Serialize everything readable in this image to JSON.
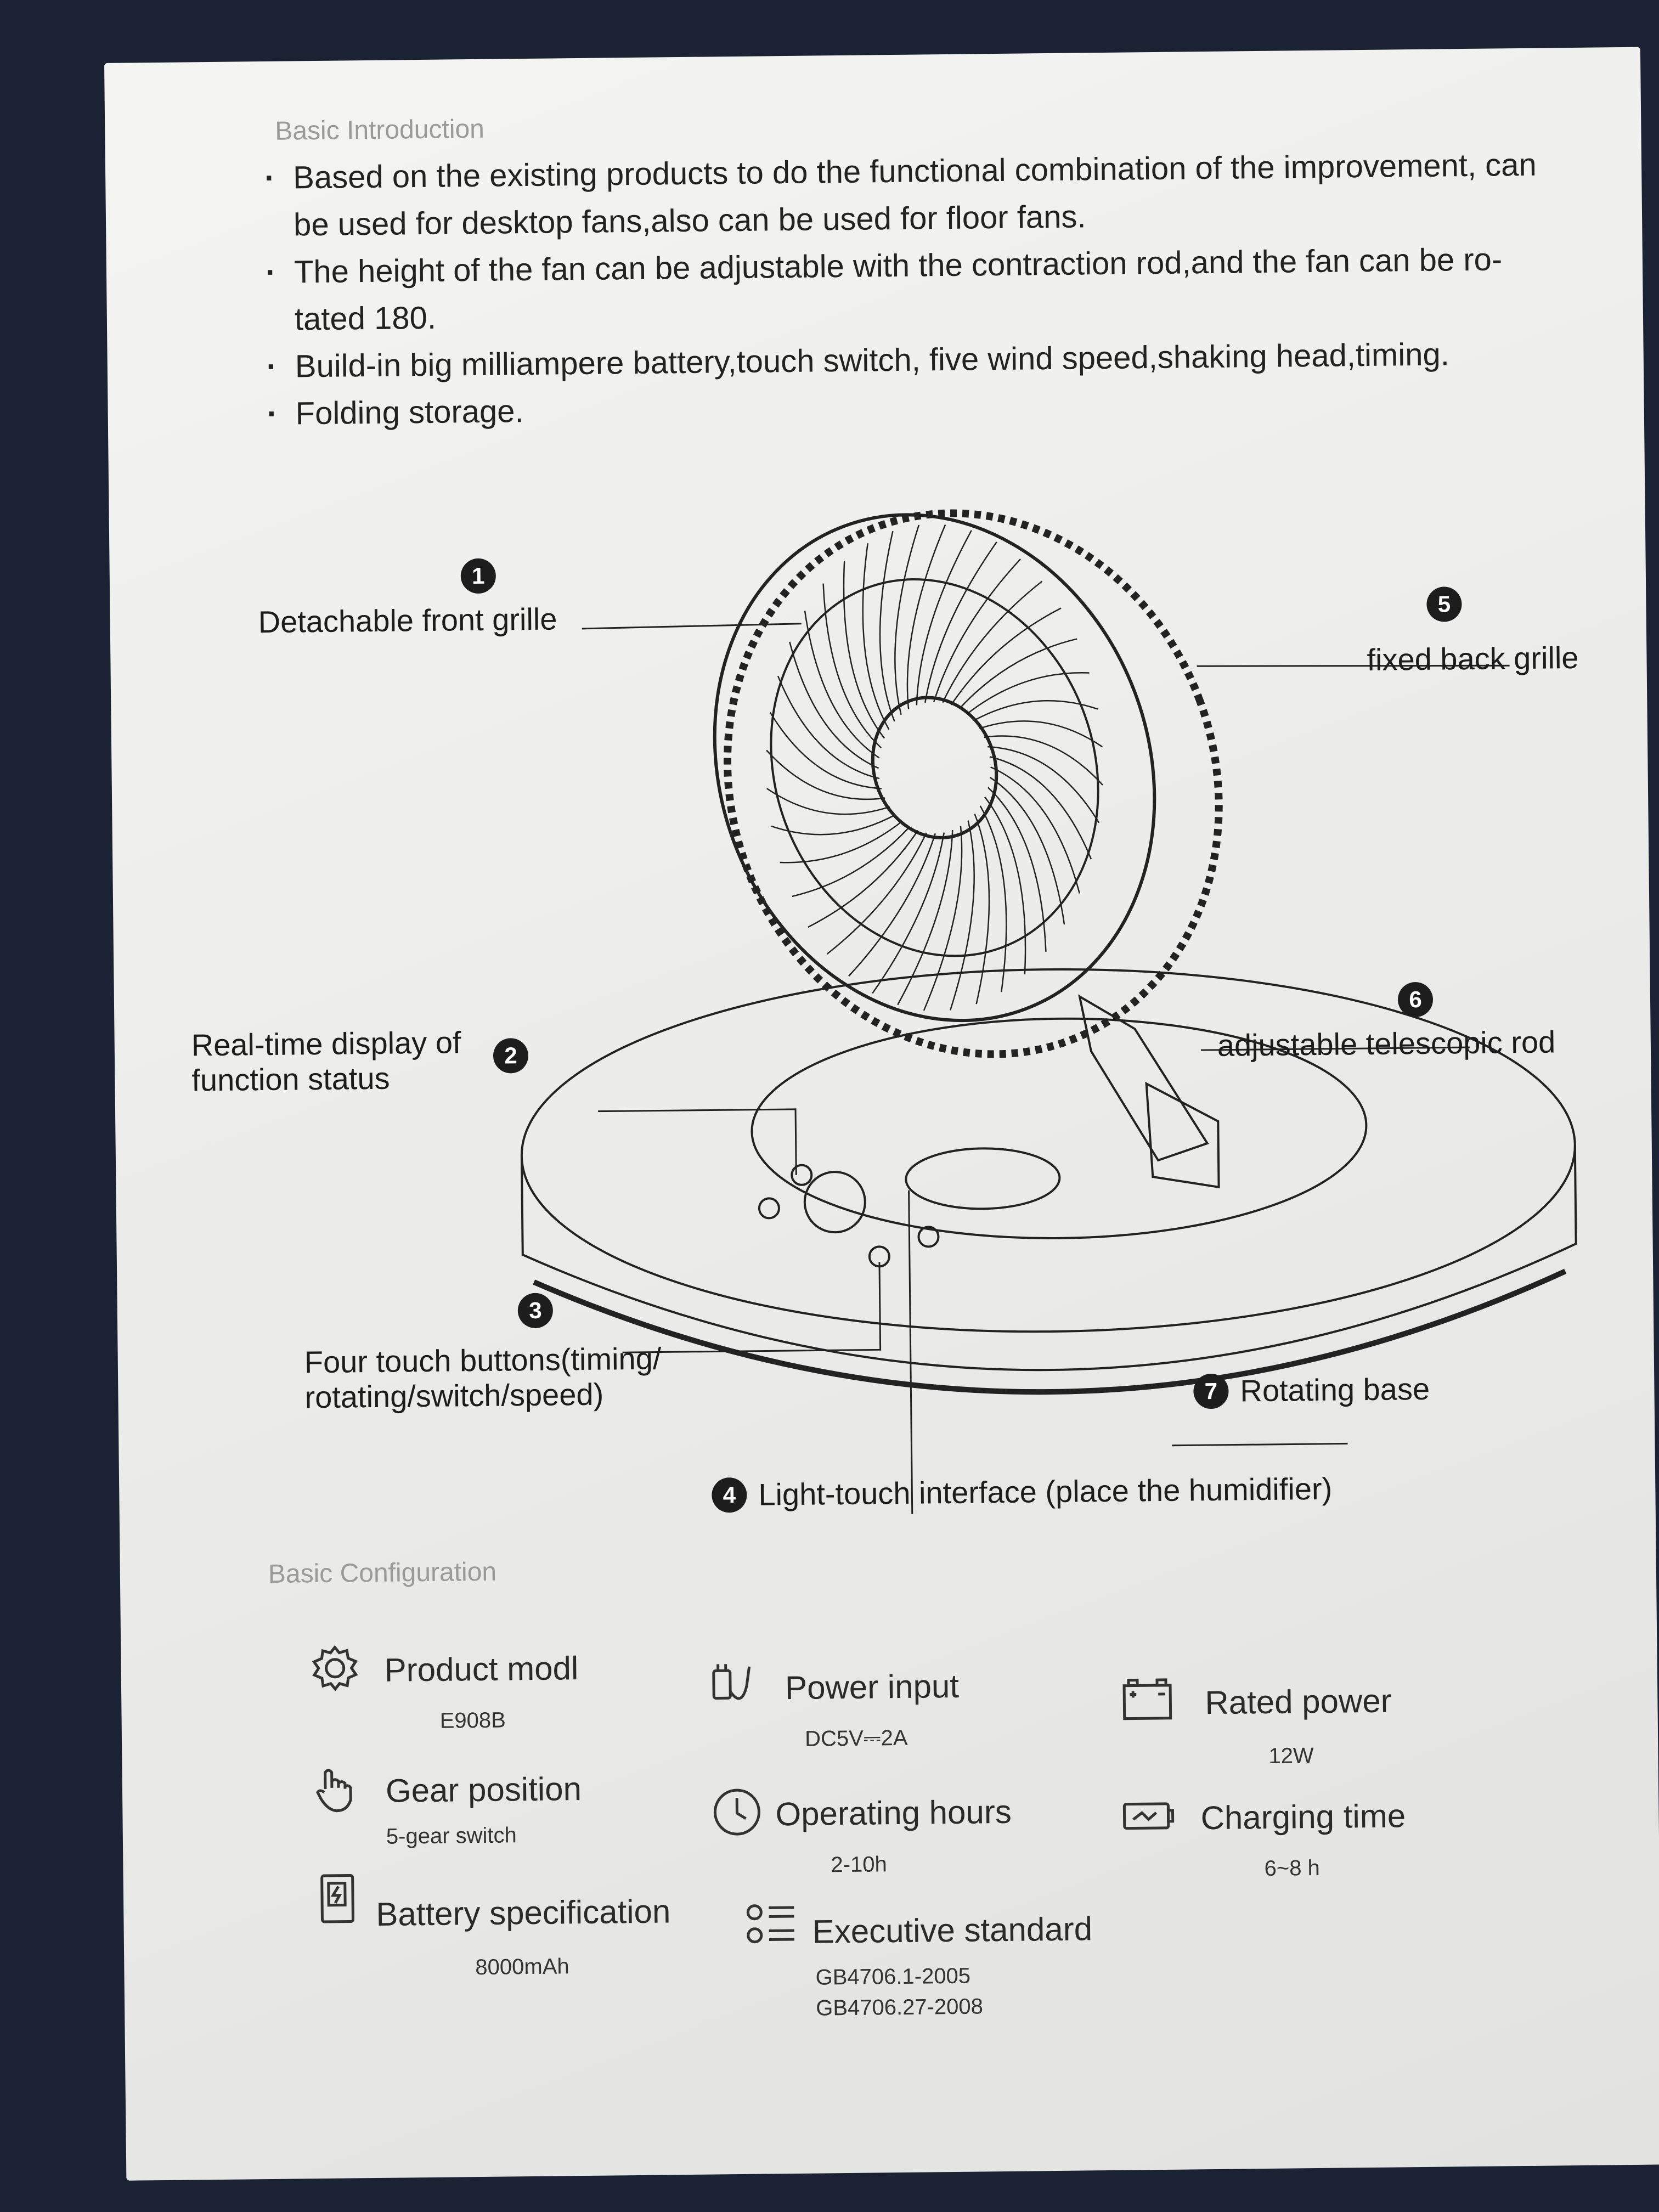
{
  "intro": {
    "heading": "Basic Introduction",
    "bullets": [
      "Based on the existing products to do the functional combination of the improvement, can be used for desktop fans,also can be used for floor fans.",
      "The height of the fan can be adjustable with the contraction rod,and the fan can be ro-tated 180.",
      "Build-in big milliampere battery,touch switch, five wind speed,shaking head,timing.",
      "Folding storage."
    ]
  },
  "diagram": {
    "callouts": [
      {
        "num": "1",
        "label": "Detachable front grille"
      },
      {
        "num": "2",
        "label": "Real-time display of function status"
      },
      {
        "num": "3",
        "label": "Four touch buttons(timing/ rotating/switch/speed)"
      },
      {
        "num": "4",
        "label": "Light-touch interface (place the humidifier)"
      },
      {
        "num": "5",
        "label": "fixed back grille"
      },
      {
        "num": "6",
        "label": "adjustable telescopic rod"
      },
      {
        "num": "7",
        "label": "Rotating base"
      }
    ]
  },
  "config": {
    "heading": "Basic Configuration",
    "items": [
      {
        "title": "Product modl",
        "value": "E908B",
        "icon": "gear-icon"
      },
      {
        "title": "Power input",
        "value": "DC5V⎓2A",
        "icon": "plug-icon"
      },
      {
        "title": "Rated power",
        "value": "12W",
        "icon": "battery-terminal-icon"
      },
      {
        "title": "Gear position",
        "value": "5-gear switch",
        "icon": "hand-touch-icon"
      },
      {
        "title": "Operating hours",
        "value": "2-10h",
        "icon": "clock-icon"
      },
      {
        "title": "Charging time",
        "value": "6~8 h",
        "icon": "charging-icon"
      },
      {
        "title": "Battery specification",
        "value": "8000mAh",
        "icon": "battery-icon"
      },
      {
        "title": "Executive standard",
        "value": "GB4706.1-2005",
        "value2": "GB4706.27-2008",
        "icon": "list-icon"
      }
    ]
  }
}
